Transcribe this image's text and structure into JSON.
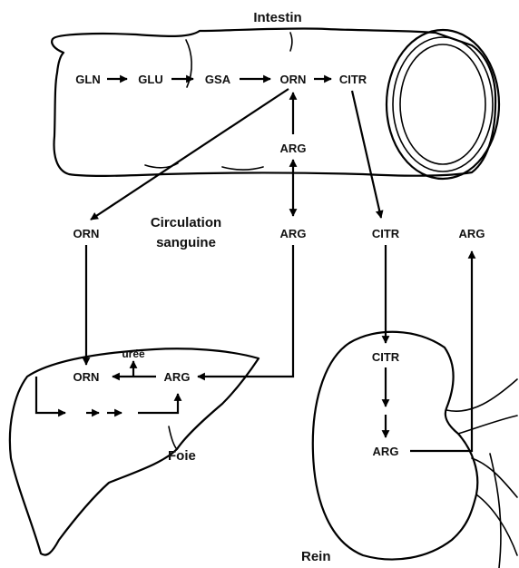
{
  "organs": {
    "intestine": "Intestin",
    "liver": "Foie",
    "kidney": "Rein",
    "blood": [
      "Circulation",
      "sanguine"
    ]
  },
  "metabolites": {
    "gln": "GLN",
    "glu": "GLU",
    "gsa": "GSA",
    "orn": "ORN",
    "citr": "CITR",
    "arg": "ARG",
    "uree": "urée"
  }
}
